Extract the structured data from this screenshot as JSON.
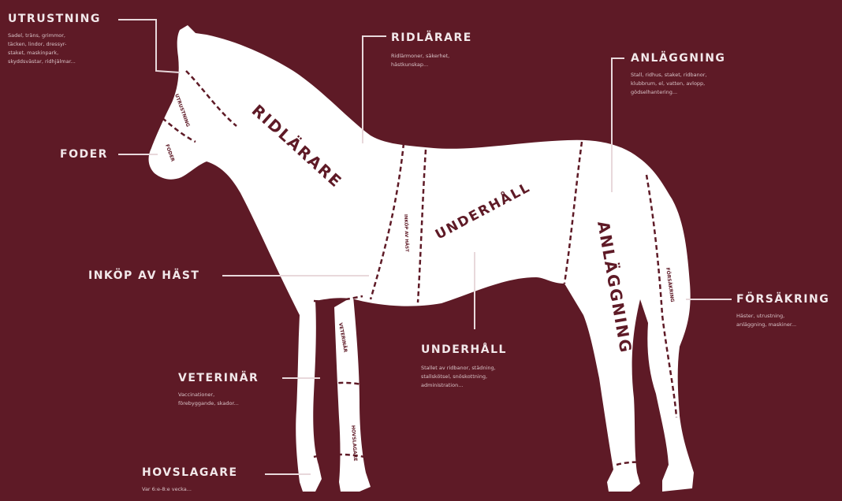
{
  "background_color": "#5e1a26",
  "horse_color": "#ffffff",
  "label_color": "#f2e8ea",
  "accent_color": "#5e1a26",
  "labels": {
    "utrustning": {
      "title": "UTRUSTNING",
      "desc": [
        "Sadel, träns, grimmor,",
        "täcken, lindor, dressyr-",
        "staket, maskinpark,",
        "skyddsvästar, ridhjälmar..."
      ]
    },
    "ridlarare": {
      "title": "RIDLÄRARE",
      "desc": [
        "Ridlärmoner, säkerhet,",
        "hästkunskap..."
      ]
    },
    "anlaggning": {
      "title": "ANLÄGGNING",
      "desc": [
        "Stall, ridhus, staket, ridbanor,",
        "klubbrum, el, vatten, avlopp,",
        "gödselhantering..."
      ]
    },
    "foder": {
      "title": "FODER"
    },
    "inkop": {
      "title": "INKÖP AV HÄST"
    },
    "forsakring": {
      "title": "FÖRSÄKRING",
      "desc": [
        "Häster, utrustning,",
        "anläggning, maskiner..."
      ]
    },
    "underhall": {
      "title": "UNDERHÅLL",
      "desc": [
        "Stallet av ridbanor, städning,",
        "stallskötsel, snöskottning,",
        "administration..."
      ]
    },
    "veterinar": {
      "title": "VETERINÄR",
      "desc": [
        "Vaccinationer,",
        "förebyggande, skador..."
      ]
    },
    "hovslagare": {
      "title": "HOVSLAGARE",
      "desc": [
        "Var 6:e-8:e vecka..."
      ]
    }
  },
  "body_labels": {
    "ridlarare": "RIDLÄRARE",
    "underhall": "UNDERHÅLL",
    "anlaggning": "ANLÄGGNING",
    "utrustning": "UTRUSTNING",
    "foder": "FODER",
    "inkop": "INKÖP AV HÄST",
    "veterinar": "VETERINÄR",
    "hovslagare": "HOVSLAGARE",
    "forsakring": "FÖRSÄKRING"
  }
}
